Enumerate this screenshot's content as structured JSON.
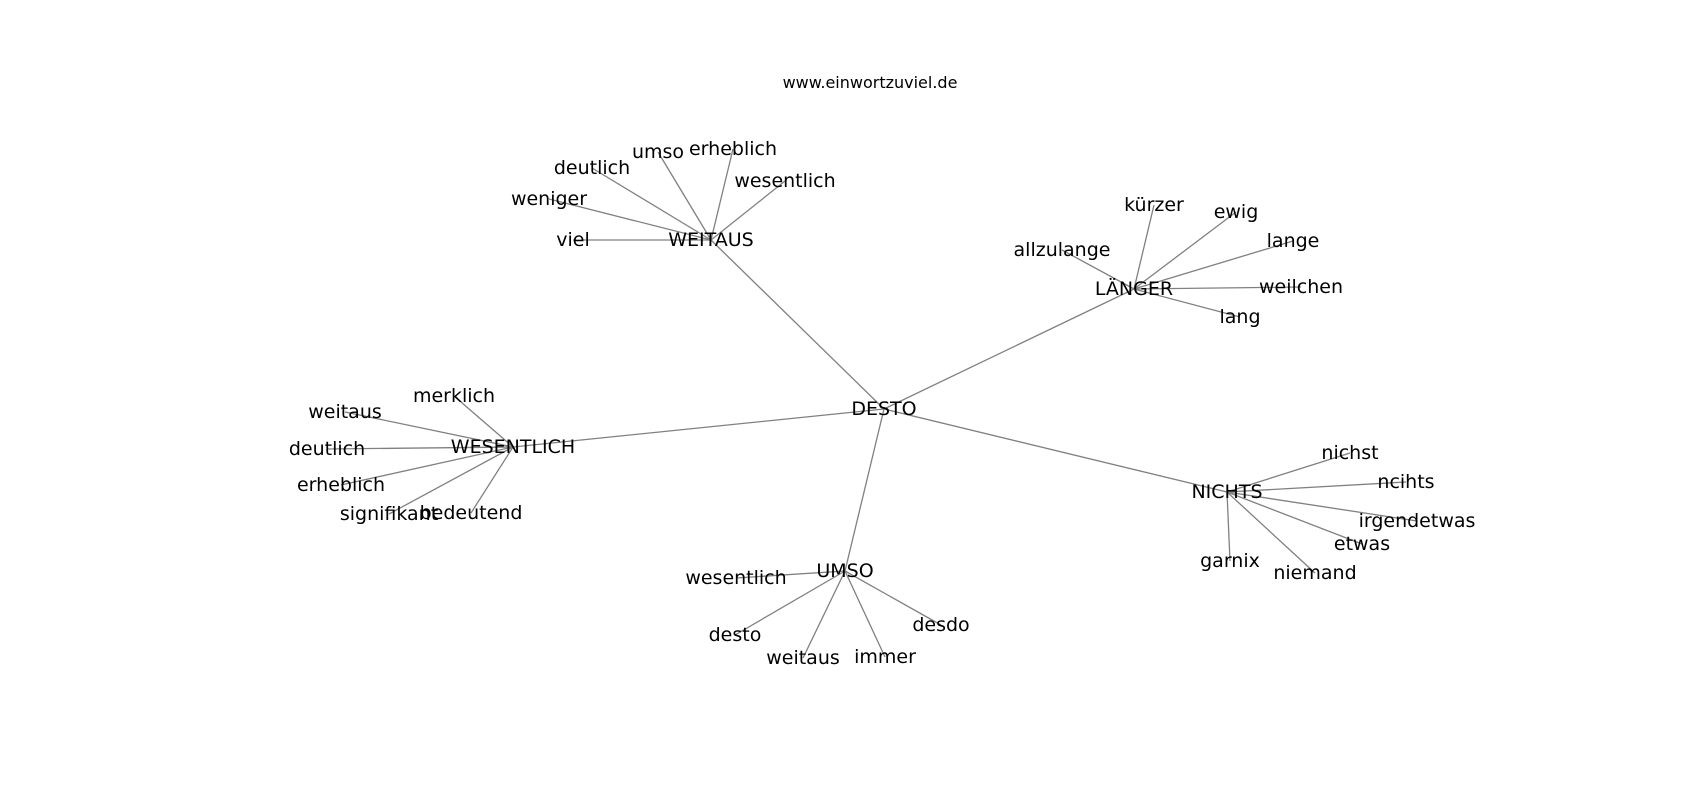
{
  "site_title": "www.einwortzuviel.de",
  "root": "DESTO",
  "branches": [
    {
      "hub": "WEITAUS",
      "leaves": [
        "viel",
        "weniger",
        "deutlich",
        "umso",
        "erheblich",
        "wesentlich"
      ]
    },
    {
      "hub": "LÄNGER",
      "leaves": [
        "allzulange",
        "kürzer",
        "ewig",
        "lange",
        "weilchen",
        "lang"
      ]
    },
    {
      "hub": "WESENTLICH",
      "leaves": [
        "merklich",
        "weitaus",
        "deutlich",
        "erheblich",
        "signifikant",
        "bedeutend"
      ]
    },
    {
      "hub": "UMSO",
      "leaves": [
        "wesentlich",
        "desto",
        "weitaus",
        "immer",
        "desdo"
      ]
    },
    {
      "hub": "NICHTS",
      "leaves": [
        "nichst",
        "ncihts",
        "irgendetwas",
        "etwas",
        "niemand",
        "garnix"
      ]
    }
  ],
  "colors": {
    "edge": "#808080",
    "text": "#000000",
    "background": "#ffffff"
  }
}
